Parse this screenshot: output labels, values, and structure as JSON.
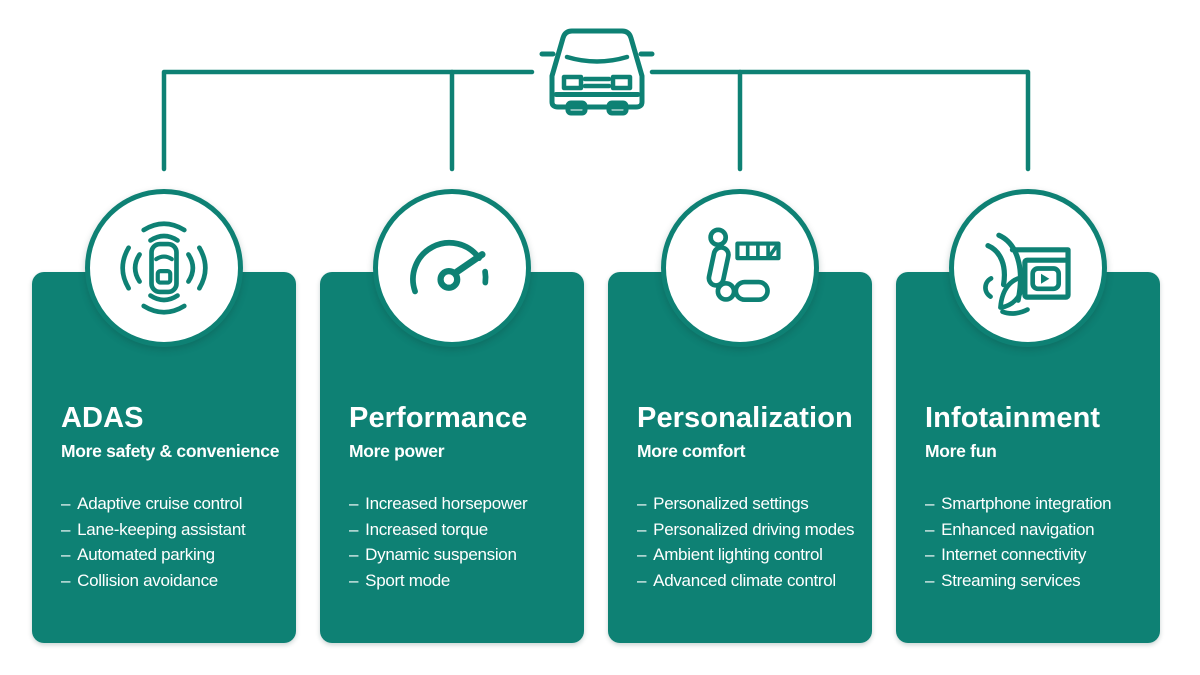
{
  "colors": {
    "teal": "#0E8174",
    "background": "#FFFFFF",
    "text_on_teal": "#FFFFFF"
  },
  "bullet": "–",
  "root": {
    "icon": "car-front-icon"
  },
  "cards": [
    {
      "id": "adas",
      "icon": "radar-car-icon",
      "title": "ADAS",
      "subtitle": "More safety & convenience",
      "items": [
        "Adaptive cruise control",
        "Lane-keeping assistant",
        "Automated parking",
        "Collision avoidance"
      ]
    },
    {
      "id": "performance",
      "icon": "speedometer-icon",
      "title": "Performance",
      "subtitle": "More power",
      "items": [
        "Increased horsepower",
        "Increased torque",
        "Dynamic suspension",
        "Sport mode"
      ]
    },
    {
      "id": "personalization",
      "icon": "car-seat-icon",
      "title": "Personalization",
      "subtitle": "More comfort",
      "items": [
        "Personalized settings",
        "Personalized driving modes",
        "Ambient lighting control",
        "Advanced climate control"
      ]
    },
    {
      "id": "infotainment",
      "icon": "dashboard-media-icon",
      "title": "Infotainment",
      "subtitle": "More fun",
      "items": [
        "Smartphone integration",
        "Enhanced navigation",
        "Internet connectivity",
        "Streaming services"
      ]
    }
  ]
}
